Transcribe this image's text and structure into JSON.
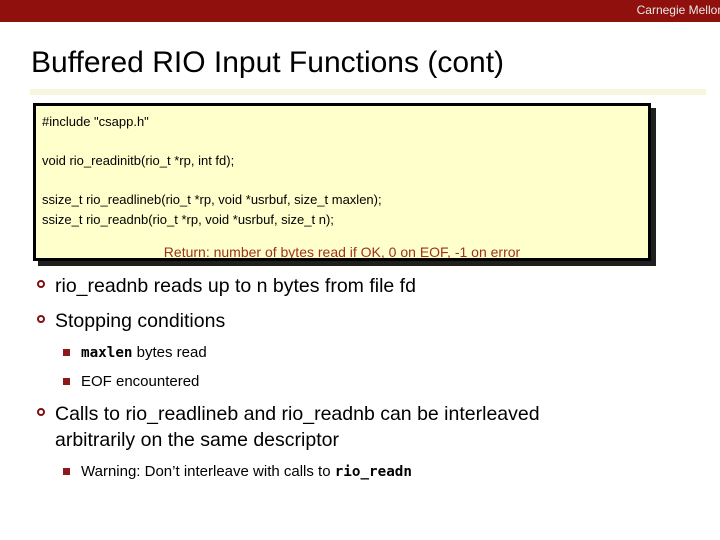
{
  "brand": {
    "label": "Carnegie Mellon",
    "bar_color": "#8F100C"
  },
  "title": "Buffered RIO Input Functions (cont)",
  "code_box": {
    "bg_color": "#FFFFCC",
    "border_color": "#000000",
    "note_color": "#9B3220",
    "lines": [
      "#include \"csapp.h\"",
      "",
      "void rio_readinitb(rio_t *rp, int fd);",
      "",
      "ssize_t rio_readlineb(rio_t *rp, void *usrbuf, size_t maxlen);",
      "ssize_t rio_readnb(rio_t *rp, void *usrbuf, size_t n);"
    ],
    "return_note": "Return: number of bytes read if OK, 0 on EOF, -1 on error"
  },
  "bullets": [
    {
      "level": 1,
      "segments": [
        {
          "t": "rio_readnb reads up to n bytes from file fd"
        }
      ]
    },
    {
      "level": 1,
      "segments": [
        {
          "t": "Stopping conditions"
        }
      ]
    },
    {
      "level": 2,
      "segments": [
        {
          "t": "maxlen",
          "style": "code-bold"
        },
        {
          "t": " bytes read"
        }
      ]
    },
    {
      "level": 2,
      "segments": [
        {
          "t": "EOF encountered"
        }
      ]
    },
    {
      "level": 1,
      "segments": [
        {
          "t": "Calls to rio_readlineb and rio_readnb can be interleaved arbitrarily on the same descriptor"
        }
      ]
    },
    {
      "level": 2,
      "segments": [
        {
          "t": "Warning: Don’t interleave with calls to "
        },
        {
          "t": "rio_readn",
          "style": "code-bold"
        }
      ]
    }
  ],
  "accent_colors": {
    "bullet_marker_ring": "#7F1010",
    "bullet_marker_square": "#8B1A1A"
  }
}
